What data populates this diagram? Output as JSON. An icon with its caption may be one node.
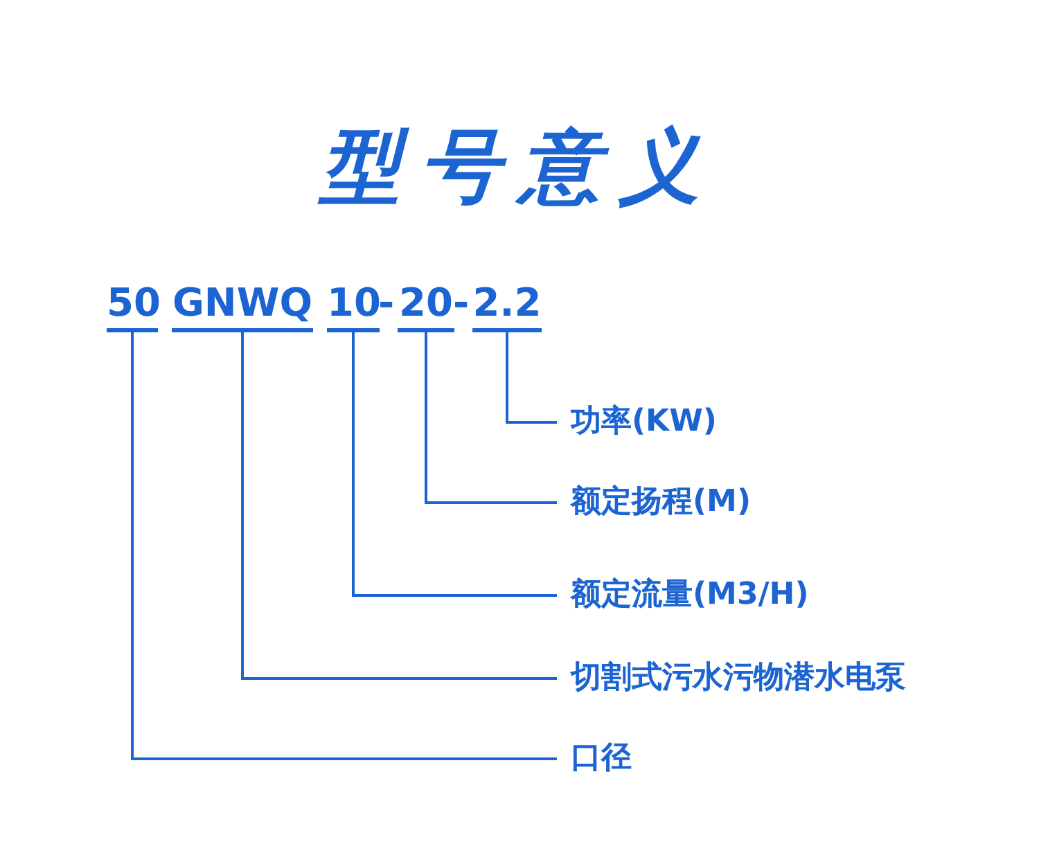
{
  "diagram": {
    "title": "型号意义",
    "nodes": [
      {
        "text": [
          "50"
        ]
      },
      {
        "text": [
          "GNWQ"
        ]
      },
      {
        "text": [
          "10"
        ]
      },
      {
        "text": [
          "20"
        ]
      },
      {
        "text": [
          "2.2"
        ]
      },
      {
        "text": [
          "功率(KW)"
        ]
      },
      {
        "text": [
          "额定扬程(M)"
        ]
      },
      {
        "text": [
          "额定流量(M3/H)"
        ]
      },
      {
        "text": [
          "切割式污水污物潜水电泵"
        ]
      },
      {
        "text": [
          "口径"
        ]
      }
    ],
    "edges": [
      {
        "from": 4,
        "to": 5,
        "arrow": "none"
      },
      {
        "from": 3,
        "to": 6,
        "arrow": "none"
      },
      {
        "from": 2,
        "to": 7,
        "arrow": "none"
      },
      {
        "from": 1,
        "to": 8,
        "arrow": "none"
      },
      {
        "from": 0,
        "to": 9,
        "arrow": "none"
      }
    ],
    "labels": [
      "-",
      "-"
    ]
  }
}
